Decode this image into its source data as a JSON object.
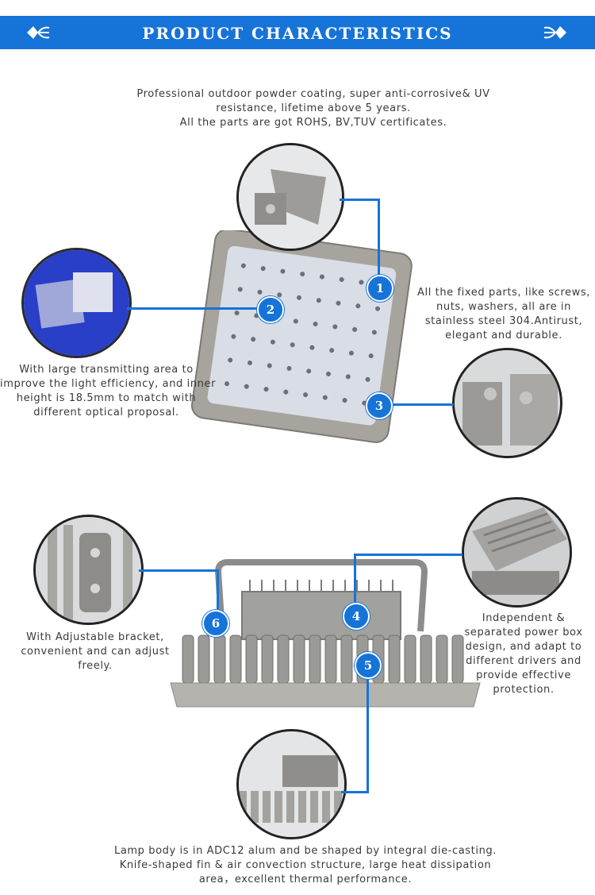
{
  "banner": {
    "title": "PRODUCT CHARACTERISTICS",
    "color": "#1673d8",
    "left_ornament_icon": "flourish-icon",
    "right_ornament_icon": "flourish-icon"
  },
  "intro": {
    "lines": [
      "Professional outdoor powder coating, super anti-corrosive& UV",
      "resistance, lifetime above 5 years.",
      "All the parts are got ROHS, BV,TUV certificates."
    ]
  },
  "features": {
    "f1": {
      "number": "1"
    },
    "f2": {
      "number": "2",
      "lines": [
        "With large transmitting area to",
        "improve the light efficiency, and inner",
        "height is 18.5mm to match with",
        "different optical proposal."
      ]
    },
    "f3": {
      "number": "3",
      "lines": [
        "All the fixed parts, like screws,",
        "nuts, washers, all are in",
        "stainless steel 304.Antirust,",
        "elegant and durable."
      ]
    },
    "f4": {
      "number": "4",
      "lines": [
        "Independent &",
        "separated power box",
        "design, and adapt to",
        "different drivers and",
        "provide effective",
        "protection."
      ]
    },
    "f5": {
      "number": "5",
      "lines": [
        "Lamp body is in ADC12 alum and be shaped by integral die-casting.",
        "Knife-shaped fin & air convection structure, large heat dissipation",
        "area，excellent thermal performance."
      ]
    },
    "f6": {
      "number": "6",
      "lines": [
        "With Adjustable bracket,",
        "convenient and can adjust",
        "freely."
      ]
    }
  }
}
